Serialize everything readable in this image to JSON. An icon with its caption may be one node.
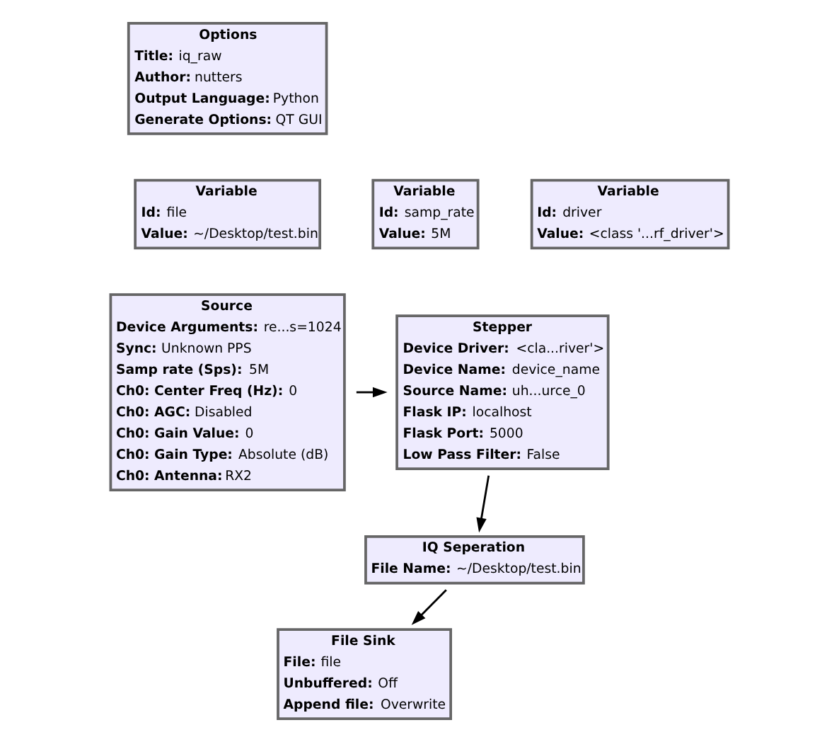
{
  "diagram": {
    "nodes": [
      {
        "text": [
          "Options",
          "**Title:** iq_raw",
          "**Author:** nutters",
          "**Output Language:** Python",
          "**Generate Options:** QT GUI"
        ]
      },
      {
        "text": [
          "Variable",
          "**Id:** samp_rate",
          "**Value:** 5M"
        ]
      },
      {
        "text": [
          "Variable",
          "**Id:** file",
          "**Value:** ~/Desktop/test.bin"
        ]
      },
      {
        "text": [
          "Variable",
          "**Id:** driver",
          "**Value:** <class '...rf_driver'>"
        ]
      },
      {
        "text": [
          "Source",
          "**Device Arguments:** re...s=1024",
          "**Sync:** Unknown PPS",
          "**Samp rate (Sps):** 5M",
          "**Ch0: Center Freq (Hz):** 0",
          "**Ch0: AGC:** Disabled",
          "**Ch0: Gain Value:** 0",
          "**Ch0: Gain Type:** Absolute (dB)",
          "**Ch0: Antenna:** RX2"
        ]
      },
      {
        "text": [
          "Stepper",
          "**Device Driver:** <cla...river'>",
          "**Device Name:** device_name",
          "**Source Name:** uh...urce_0",
          "**Flask IP:** localhost",
          "**Flask Port:** 5000",
          "**Low Pass Filter:** False"
        ]
      },
      {
        "text": [
          "File Sink",
          "**File:** file",
          "**Unbuffered:** Off",
          "**Append file:** Overwrite"
        ]
      },
      {
        "text": [
          "IQ Seperation",
          "**File Name:** ~/Desktop/test.bin"
        ]
      }
    ],
    "edges": [
      {
        "from": 4,
        "to": 5,
        "arrow": "to"
      },
      {
        "from": 5,
        "to": 7,
        "arrow": "to"
      },
      {
        "from": 7,
        "to": 6,
        "arrow": "to"
      }
    ]
  }
}
